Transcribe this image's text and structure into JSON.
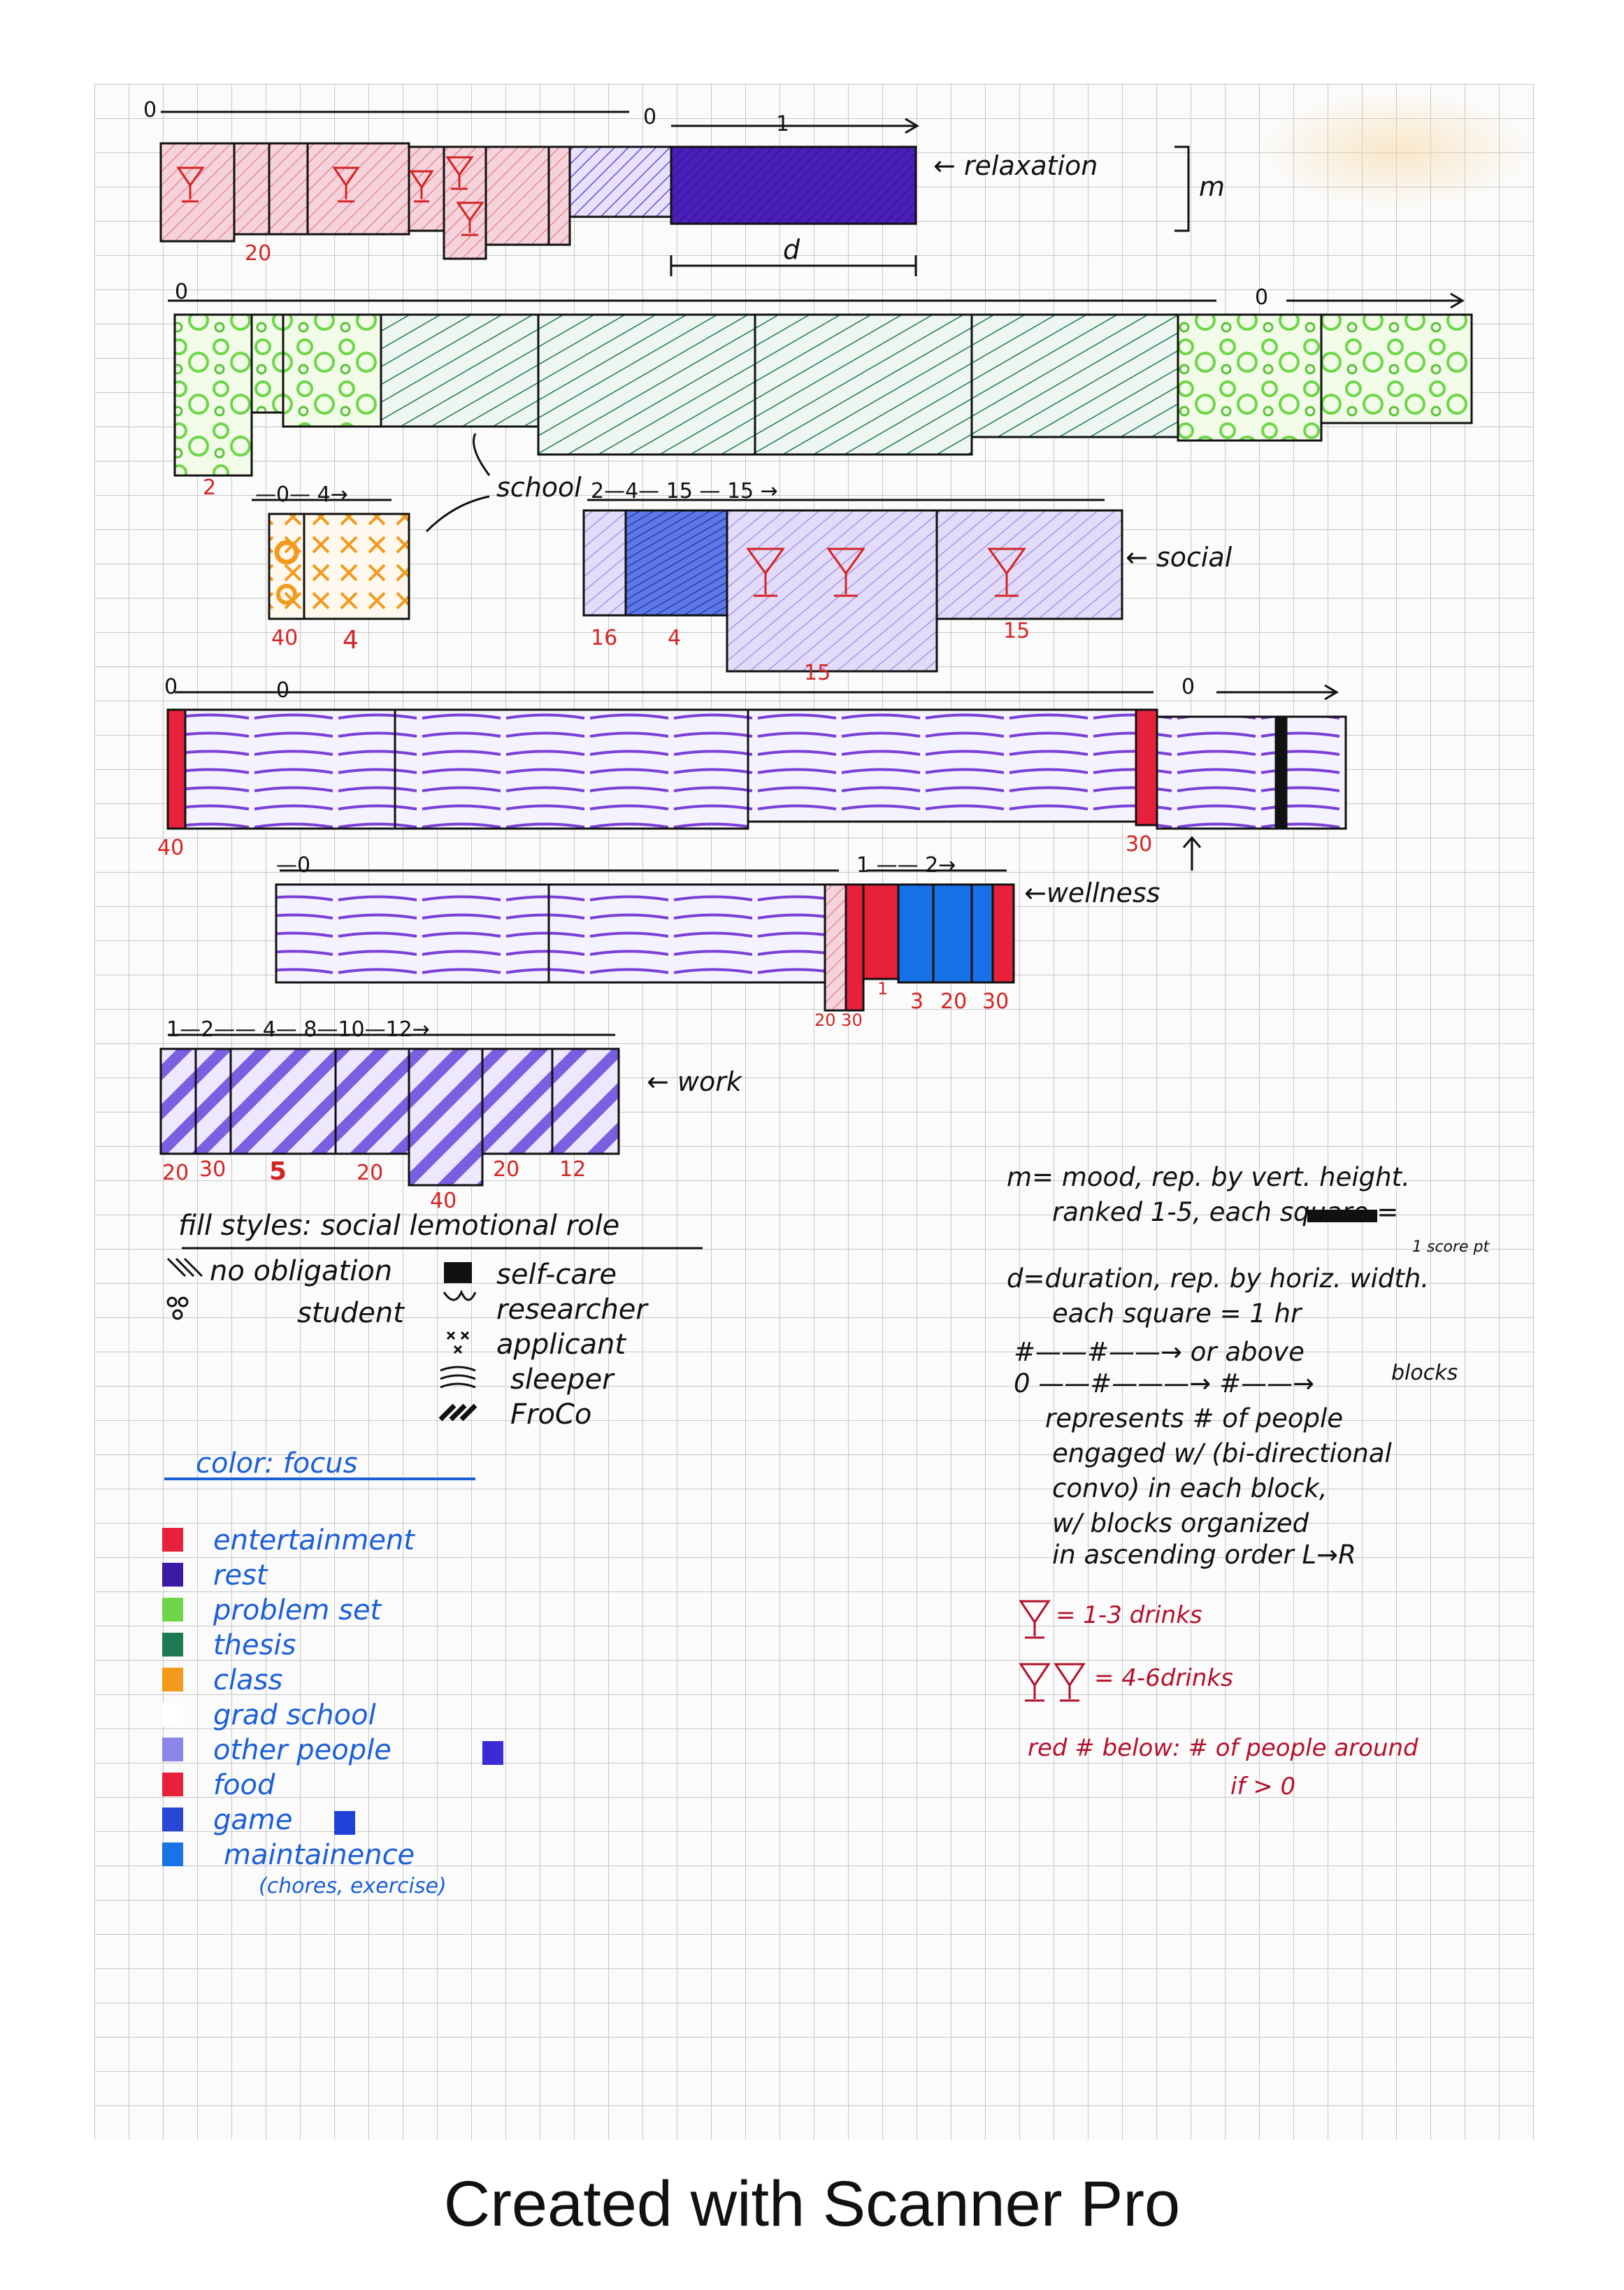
{
  "diagram": {
    "labels": {
      "relaxation": "← relaxation",
      "m": "m",
      "d": "d",
      "school": "school",
      "social": "← social",
      "wellness": "←wellness",
      "work": "← work"
    },
    "row1": {
      "people_top_left": "0",
      "people_top_mid": "0",
      "people_top_right": "1",
      "below": [
        "20"
      ]
    },
    "row2": {
      "people_top_left": "0",
      "people_top_right": "0",
      "below": [
        "2"
      ]
    },
    "row3": {
      "class_top": "—0— 4→",
      "class_below": [
        "40",
        "4"
      ],
      "social_top": "2—4—     15     —   15 →",
      "social_below": [
        "16",
        "4",
        "15",
        "15"
      ]
    },
    "row4": {
      "people_top_left": "0",
      "people_top_mid": "0",
      "people_top_right": "0",
      "below": [
        "40",
        "30"
      ]
    },
    "row5": {
      "people_top_left": "—0",
      "people_top_right": "1 —— 2→",
      "below": [
        "20 30",
        "1",
        "3",
        "20",
        "30"
      ]
    },
    "row6": {
      "people_top": "1—2—— 4— 8—10—12→",
      "below": [
        "20",
        "30",
        "5",
        "20",
        "40",
        "20",
        "12"
      ]
    },
    "legend_fill": {
      "title": "fill styles: social lemotional role",
      "items": [
        "no obligation",
        "student",
        "self-care",
        "researcher",
        "applicant",
        "sleeper",
        "FroCo"
      ]
    },
    "legend_color": {
      "title": "color: focus",
      "items": [
        {
          "label": "entertainment",
          "color": "#e8213a"
        },
        {
          "label": "rest",
          "color": "#3b1aa8"
        },
        {
          "label": "problem set",
          "color": "#6fd64a"
        },
        {
          "label": "thesis",
          "color": "#1e7a52"
        },
        {
          "label": "class",
          "color": "#f39a1c"
        },
        {
          "label": "grad school",
          "color": "#ffffff"
        },
        {
          "label": "other people",
          "color": "#8c86e8"
        },
        {
          "label": "food",
          "color": "#e8213a"
        },
        {
          "label": "game",
          "color": "#2747d6"
        },
        {
          "label": "maintainence",
          "color": "#1873e6"
        },
        {
          "label": "(chores, exercise)",
          "color": ""
        }
      ],
      "other_people_swatch": "#3b2bd6",
      "game_swatch": "#1f43d8"
    },
    "notes": {
      "m1": "m= mood, rep. by vert. height.",
      "m2": "ranked 1-5, each square =",
      "m3": "1 score pt",
      "d1": "d=duration, rep. by horiz. width.",
      "d2": "each square  = 1 hr",
      "p1": "#——#——→  or   above",
      "p1b": "blocks",
      "p2": "0 ——#———→ #——→",
      "p3": "represents # of people",
      "p4": "engaged w/ (bi-directional",
      "p5": "convo) in each block,",
      "p6": "w/ blocks organized",
      "p7": "in ascending order L→R",
      "drinks1": "= 1-3 drinks",
      "drinks2": "= 4-6drinks",
      "red1": "red # below: # of people around",
      "red2": "if > 0"
    },
    "colors": {
      "red": "#e8213a",
      "purple": "#6a3fd8",
      "dark_purple": "#4a1fb8",
      "green": "#6fd64a",
      "teal": "#1e7a52",
      "orange": "#f39a1c",
      "lilac": "#b9a8ea",
      "blue": "#1670e6",
      "pink": "#e9a8b4"
    }
  },
  "footer": "Created with Scanner Pro"
}
